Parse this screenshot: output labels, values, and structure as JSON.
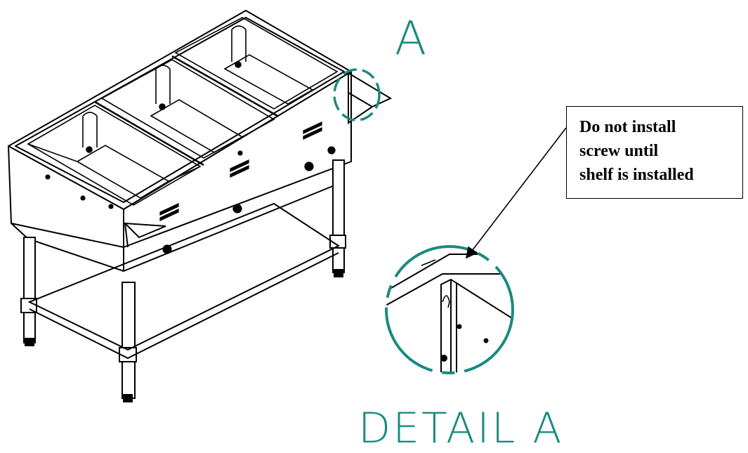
{
  "callout": {
    "view_label": "A",
    "detail_label": "DETAIL A"
  },
  "note": {
    "lines": [
      "Do not install",
      "screw until",
      "shelf is installed"
    ]
  },
  "colors": {
    "callout_teal": "#1a8a80",
    "line_black": "#000000"
  }
}
